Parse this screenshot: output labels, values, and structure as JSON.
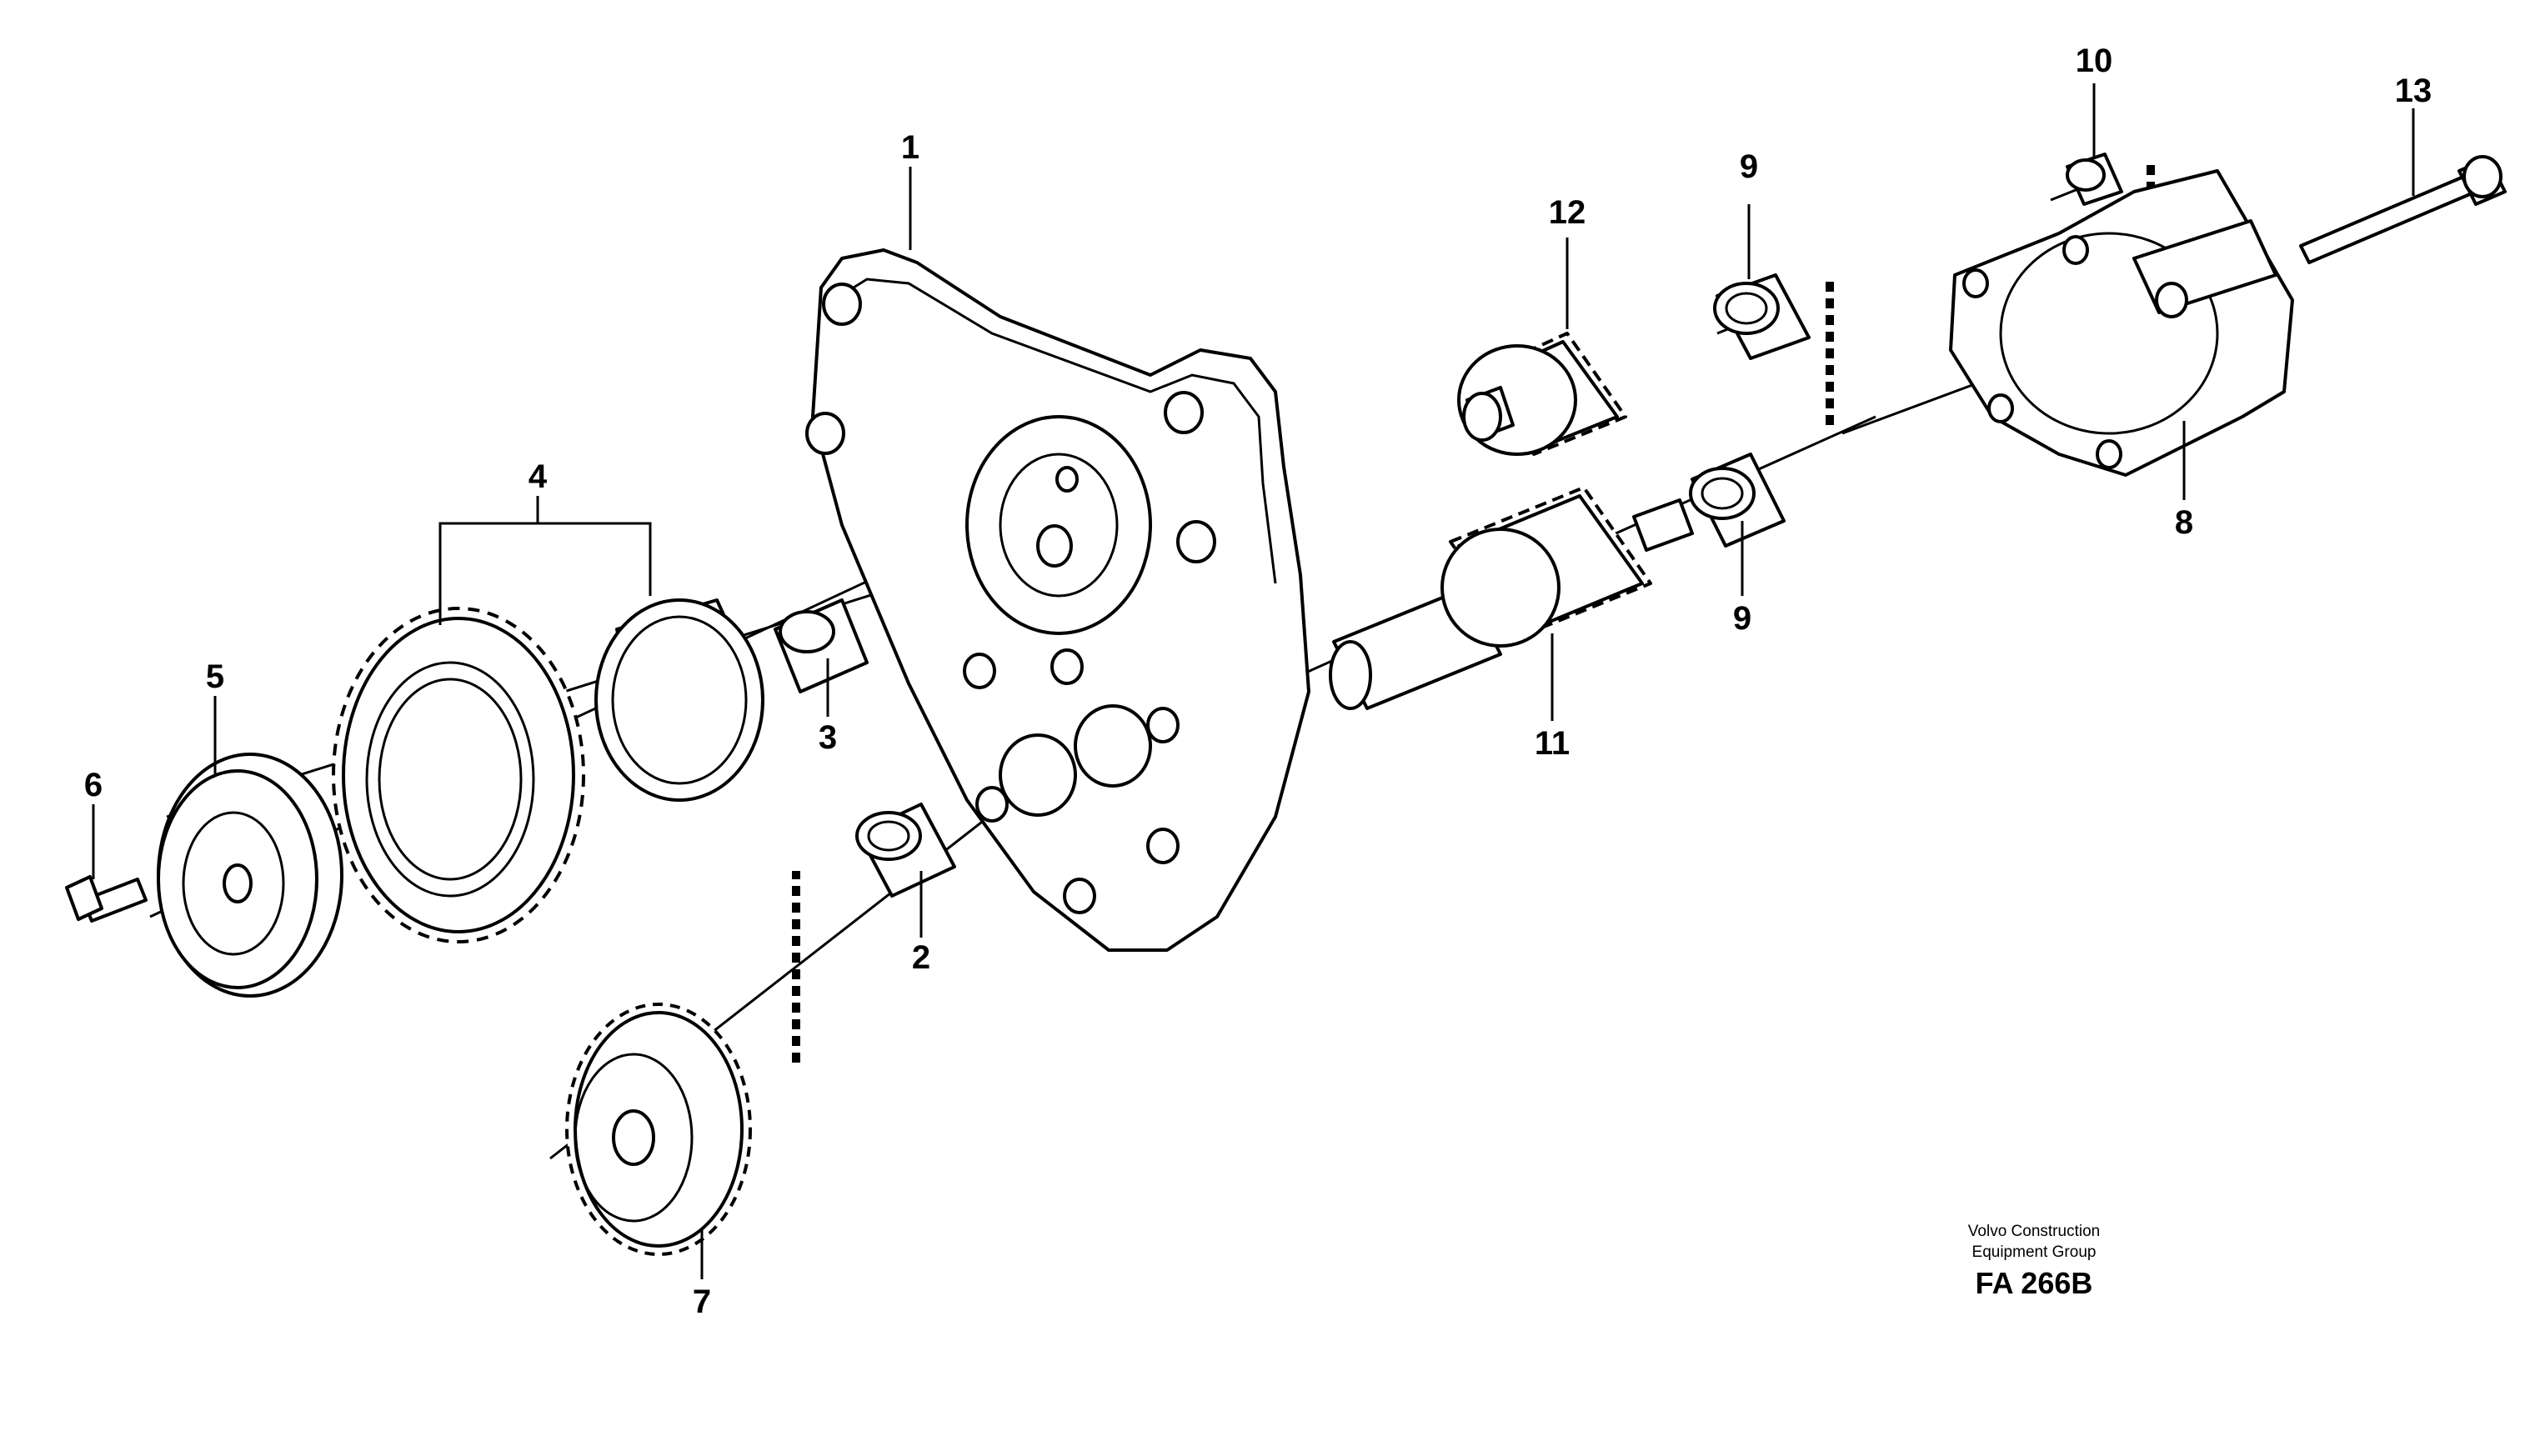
{
  "labels": {
    "p1": "1",
    "p2": "2",
    "p3": "3",
    "p4": "4",
    "p5": "5",
    "p6": "6",
    "p7": "7",
    "p8": "8",
    "p9a": "9",
    "p9b": "9",
    "p10": "10",
    "p11": "11",
    "p12": "12",
    "p13": "13"
  },
  "credit": {
    "line1": "Volvo Construction",
    "line2": "Equipment Group",
    "figure": "FA 266B"
  }
}
